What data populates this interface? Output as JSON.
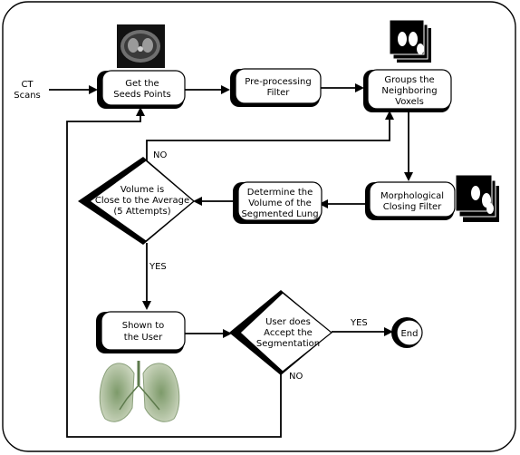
{
  "input": {
    "label_line1": "CT",
    "label_line2": "Scans"
  },
  "nodes": {
    "seeds": {
      "line1": "Get the",
      "line2": "Seeds Points"
    },
    "preprocessing": {
      "line1": "Pre-processing",
      "line2": "Filter"
    },
    "groups": {
      "line1": "Groups the",
      "line2": "Neighboring",
      "line3": "Voxels"
    },
    "morphological": {
      "line1": "Morphological",
      "line2": "Closing Filter"
    },
    "determine": {
      "line1": "Determine the",
      "line2": "Volume of the",
      "line3": "Segmented Lung"
    },
    "decision_volume": {
      "line1": "Volume is",
      "line2": "Close to the Average",
      "line3": "(5 Attempts)"
    },
    "shown": {
      "line1": "Shown to",
      "line2": "the User"
    },
    "decision_user": {
      "line1": "User does",
      "line2": "Accept the",
      "line3": "Segmentation"
    },
    "end": {
      "label": "End"
    }
  },
  "edge_labels": {
    "volume_no": "NO",
    "volume_yes": "YES",
    "user_yes": "YES",
    "user_no": "NO"
  }
}
